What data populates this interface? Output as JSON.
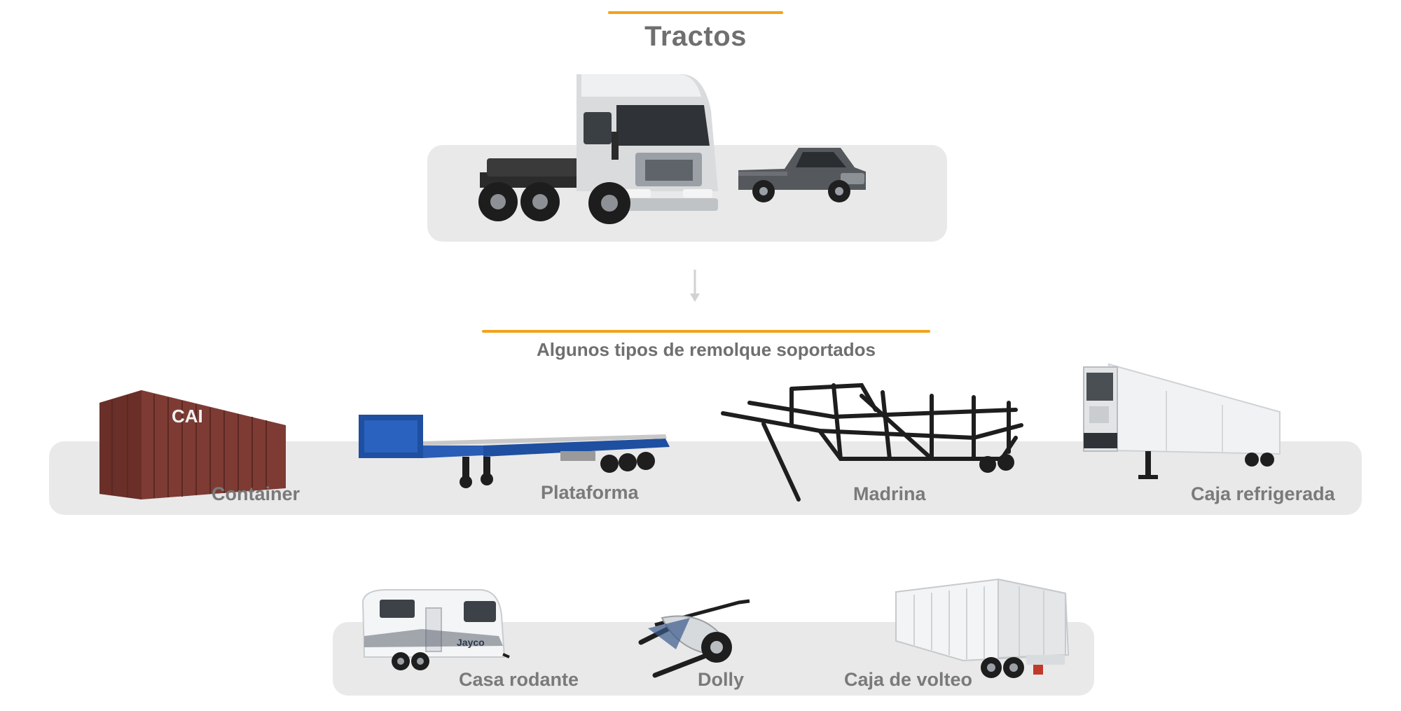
{
  "colors": {
    "accent": "#f2a31b",
    "panel": "#e9e9e9",
    "text": "#6f6f6f"
  },
  "tractos": {
    "title": "Tractos",
    "items": [
      {
        "icon": "semi-tractor-truck-icon"
      },
      {
        "icon": "pickup-truck-icon"
      }
    ]
  },
  "arrow": {
    "icon": "arrow-down-icon"
  },
  "remolques": {
    "subtitle": "Algunos tipos de remolque soportados",
    "row1": [
      {
        "label": "Container",
        "icon": "shipping-container-icon"
      },
      {
        "label": "Plataforma",
        "icon": "flatbed-trailer-icon"
      },
      {
        "label": "Madrina",
        "icon": "car-carrier-trailer-icon"
      },
      {
        "label": "Caja refrigerada",
        "icon": "refrigerated-trailer-icon"
      }
    ],
    "row2": [
      {
        "label": "Casa rodante",
        "icon": "travel-trailer-icon"
      },
      {
        "label": "Dolly",
        "icon": "tow-dolly-icon"
      },
      {
        "label": "Caja de volteo",
        "icon": "dump-trailer-icon"
      }
    ]
  }
}
